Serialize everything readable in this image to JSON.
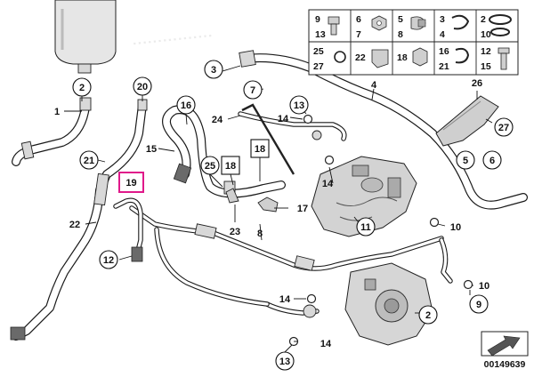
{
  "diagram": {
    "part_number": "00149639",
    "highlighted_label": "19",
    "callouts": [
      {
        "id": "c1",
        "label": "1",
        "style": "plain"
      },
      {
        "id": "c2a",
        "label": "2",
        "style": "circle"
      },
      {
        "id": "c20",
        "label": "20",
        "style": "circle"
      },
      {
        "id": "c3",
        "label": "3",
        "style": "circle"
      },
      {
        "id": "c7",
        "label": "7",
        "style": "circle"
      },
      {
        "id": "c4",
        "label": "4",
        "style": "plain"
      },
      {
        "id": "c16",
        "label": "16",
        "style": "circle"
      },
      {
        "id": "c13a",
        "label": "13",
        "style": "circle"
      },
      {
        "id": "c14a",
        "label": "14",
        "style": "plain"
      },
      {
        "id": "c24",
        "label": "24",
        "style": "plain"
      },
      {
        "id": "c15",
        "label": "15",
        "style": "plain"
      },
      {
        "id": "c18a",
        "label": "18",
        "style": "square"
      },
      {
        "id": "c21",
        "label": "21",
        "style": "circle"
      },
      {
        "id": "c25",
        "label": "25",
        "style": "circle"
      },
      {
        "id": "c18b",
        "label": "18",
        "style": "square"
      },
      {
        "id": "c14b",
        "label": "14",
        "style": "plain"
      },
      {
        "id": "c17",
        "label": "17",
        "style": "plain"
      },
      {
        "id": "c11",
        "label": "11",
        "style": "circle"
      },
      {
        "id": "c22",
        "label": "22",
        "style": "plain"
      },
      {
        "id": "c23",
        "label": "23",
        "style": "plain"
      },
      {
        "id": "c8",
        "label": "8",
        "style": "plain"
      },
      {
        "id": "c10a",
        "label": "10",
        "style": "plain"
      },
      {
        "id": "c12",
        "label": "12",
        "style": "circle"
      },
      {
        "id": "c10b",
        "label": "10",
        "style": "plain"
      },
      {
        "id": "c9",
        "label": "9",
        "style": "circle"
      },
      {
        "id": "c14c",
        "label": "14",
        "style": "plain"
      },
      {
        "id": "c2b",
        "label": "2",
        "style": "circle"
      },
      {
        "id": "c14d",
        "label": "14",
        "style": "plain"
      },
      {
        "id": "c13b",
        "label": "13",
        "style": "circle"
      },
      {
        "id": "c26",
        "label": "26",
        "style": "plain"
      },
      {
        "id": "c27",
        "label": "27",
        "style": "circle"
      },
      {
        "id": "c5",
        "label": "5",
        "style": "circle"
      },
      {
        "id": "c6",
        "label": "6",
        "style": "circle"
      }
    ],
    "legend_grid": [
      [
        "9",
        "13",
        "6",
        "7",
        "5",
        "8",
        "3",
        "4",
        "2",
        "10"
      ],
      [
        "25",
        "27",
        "22",
        "18",
        "16",
        "21",
        "12",
        "15"
      ]
    ]
  }
}
